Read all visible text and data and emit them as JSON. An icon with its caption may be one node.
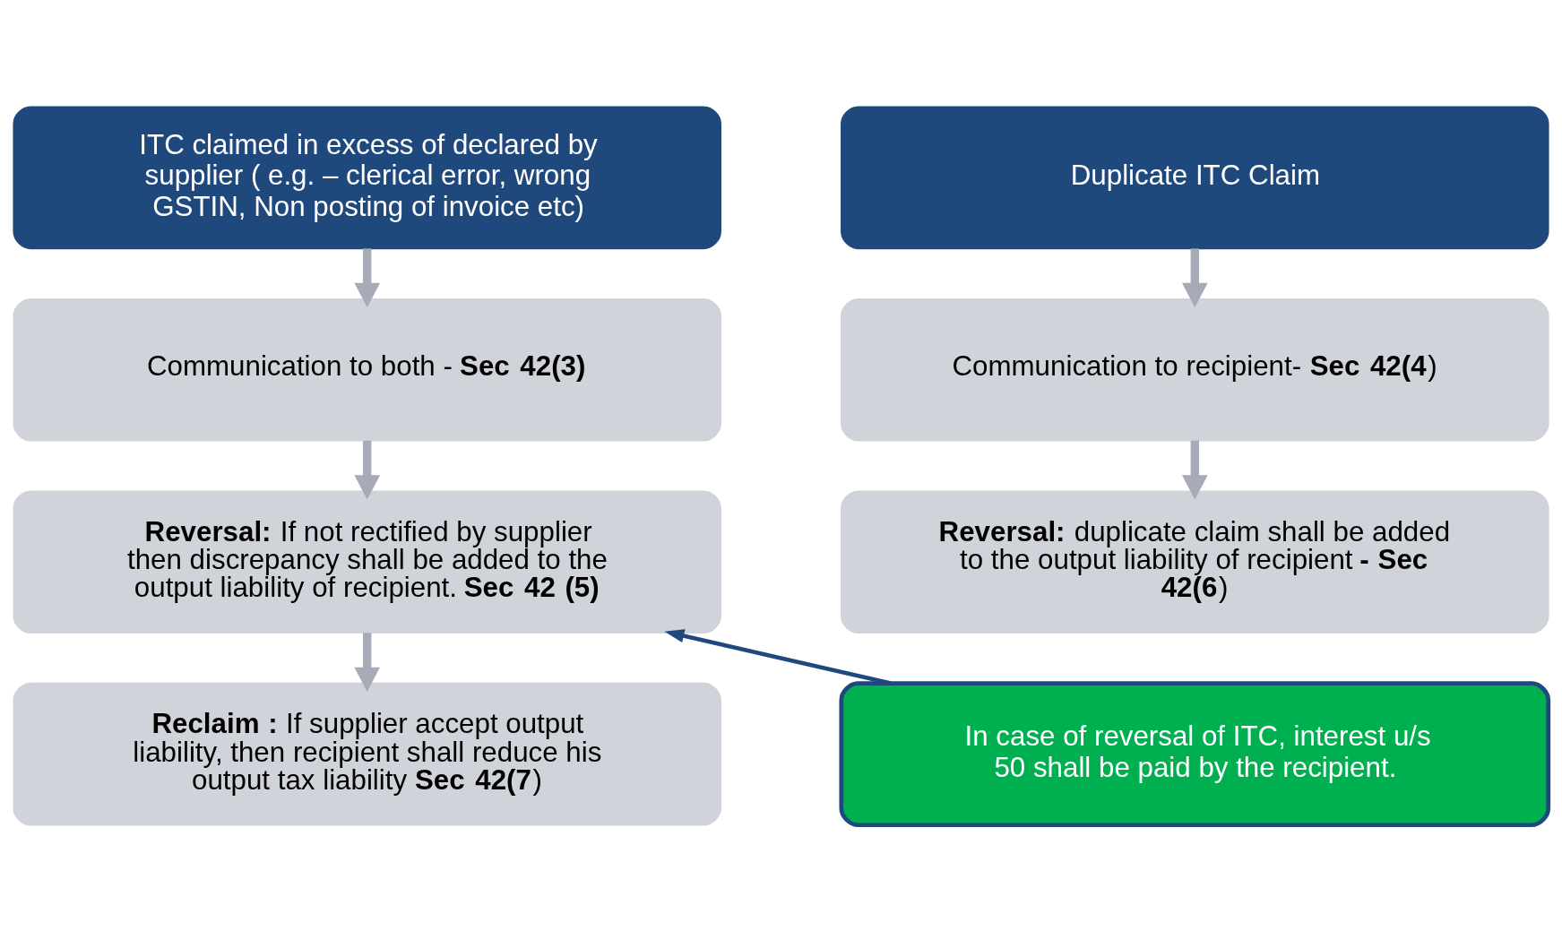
{
  "diagram": {
    "nodes": [
      {
        "text": [
          "ITC claimed in excess of declared by supplier ( e.g. – clerical error, wrong GSTIN, Non posting of invoice etc)"
        ]
      },
      {
        "text": [
          "Communication to both - **Sec 42(3)**"
        ]
      },
      {
        "text": [
          "**Reversal:** If not rectified by supplier then discrepancy shall be added to the output liability of recipient. **Sec 42 (5)**"
        ]
      },
      {
        "text": [
          "**Reclaim :** If supplier accept output liability, then recipient shall reduce his output tax liability **Sec 42(7**)"
        ]
      },
      {
        "text": [
          "Duplicate ITC Claim"
        ]
      },
      {
        "text": [
          "Communication to recipient- **Sec 42(4**)"
        ]
      },
      {
        "text": [
          "**Reversal:** duplicate claim shall be added to the output liability of recipient **- Sec 42(6**)"
        ]
      },
      {
        "text": [
          "In case of reversal of ITC, interest u/s 50 shall be paid by the recipient."
        ]
      }
    ],
    "edges": [
      {
        "from": 0,
        "to": 1,
        "arrow": "to"
      },
      {
        "from": 1,
        "to": 2,
        "arrow": "to"
      },
      {
        "from": 2,
        "to": 3,
        "arrow": "to"
      },
      {
        "from": 4,
        "to": 5,
        "arrow": "to"
      },
      {
        "from": 5,
        "to": 6,
        "arrow": "to"
      },
      {
        "from": 7,
        "to": 2,
        "arrow": "to",
        "color": "#1f497d"
      }
    ]
  }
}
